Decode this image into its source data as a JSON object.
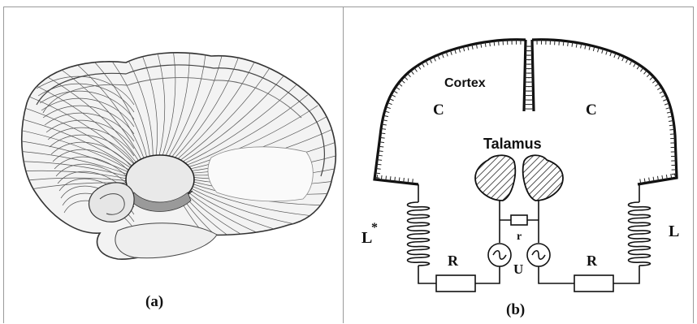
{
  "panel_a": {
    "caption": "(a)"
  },
  "panel_b": {
    "caption": "(b)",
    "labels": {
      "cortex": "Cortex",
      "c_left": "C",
      "c_right": "C",
      "talamus": "Talamus",
      "r_small": "r",
      "u": "U",
      "r_left": "R",
      "r_right": "R",
      "l_left": "L",
      "l_left_sup": "*",
      "l_right": "L"
    }
  }
}
